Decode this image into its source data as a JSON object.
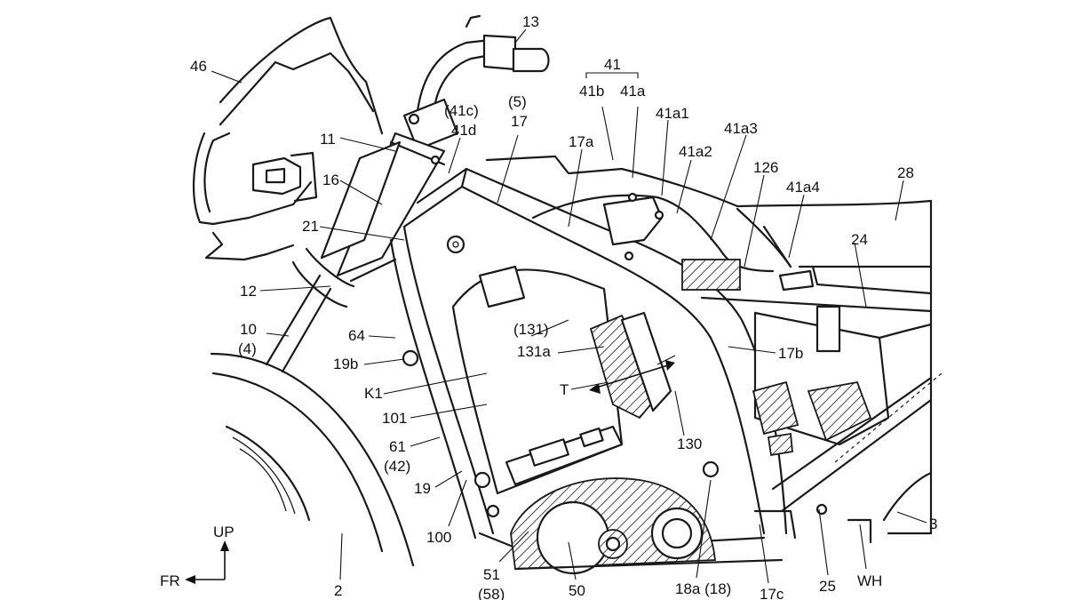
{
  "labels": {
    "l46": "46",
    "l13": "13",
    "l41": "41",
    "l41b": "41b",
    "l41a": "41a",
    "l41c": "(41c)",
    "l5": "(5)",
    "l41d": "41d",
    "l17": "17",
    "l17a": "17a",
    "l41a1": "41a1",
    "l41a2": "41a2",
    "l41a3": "41a3",
    "l126": "126",
    "l41a4": "41a4",
    "l28": "28",
    "l11": "11",
    "l16": "16",
    "l21": "21",
    "l24": "24",
    "l12": "12",
    "l10": "10",
    "l4": "(4)",
    "l64": "64",
    "l131": "(131)",
    "l131a": "131a",
    "l17b": "17b",
    "l19b": "19b",
    "lK1": "K1",
    "lT": "T",
    "l101": "101",
    "l130": "130",
    "l61": "61",
    "l42": "(42)",
    "l19": "19",
    "l100": "100",
    "l3": "3",
    "lUP": "UP",
    "lFR": "FR",
    "l51": "51",
    "l58": "(58)",
    "l50": "50",
    "l18a": "18a (18)",
    "l17c": "17c",
    "l25": "25",
    "lWH": "WH",
    "l2": "2"
  },
  "icons": {
    "up_arrow": "arrow-up-icon",
    "fr_arrow": "arrow-left-icon"
  }
}
